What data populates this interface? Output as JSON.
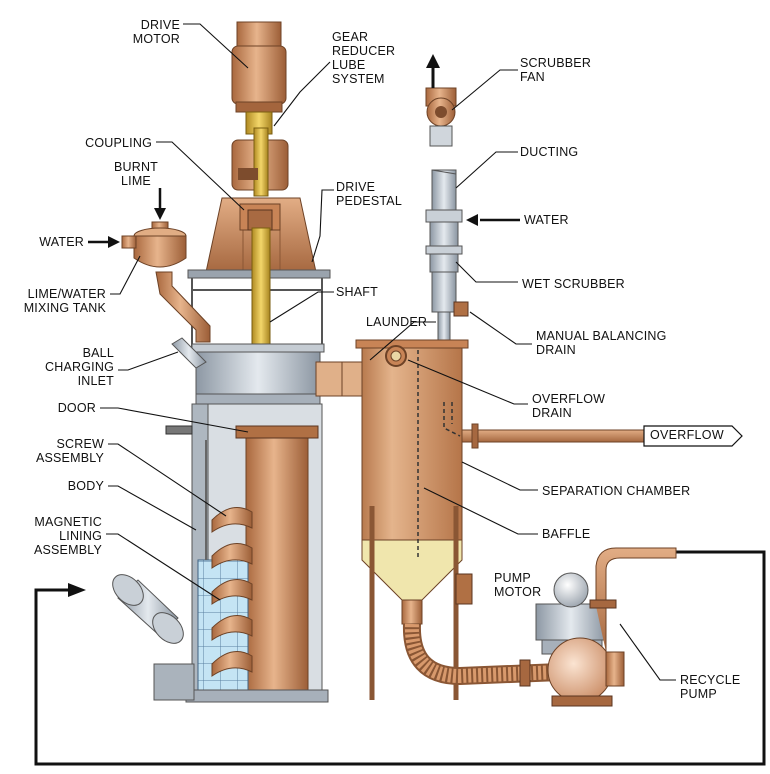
{
  "labels": {
    "drive_motor": "DRIVE\nMOTOR",
    "gear_reducer": "GEAR\nREDUCER\nLUBE\nSYSTEM",
    "scrubber_fan": "SCRUBBER\nFAN",
    "coupling": "COUPLING",
    "ducting": "DUCTING",
    "burnt_lime": "BURNT\nLIME",
    "drive_pedestal": "DRIVE\nPEDESTAL",
    "water_left": "WATER",
    "water_right": "WATER",
    "wet_scrubber": "WET SCRUBBER",
    "lime_water_mixing_tank": "LIME/WATER\nMIXING TANK",
    "shaft": "SHAFT",
    "launder": "LAUNDER",
    "manual_balancing_drain": "MANUAL BALANCING\nDRAIN",
    "ball_charging_inlet": "BALL\nCHARGING\nINLET",
    "overflow_drain": "OVERFLOW\nDRAIN",
    "door": "DOOR",
    "overflow": "OVERFLOW",
    "screw_assembly": "SCREW\nASSEMBLY",
    "separation_chamber": "SEPARATION CHAMBER",
    "body": "BODY",
    "baffle": "BAFFLE",
    "magnetic_lining_assembly": "MAGNETIC\nLINING\nASSEMBLY",
    "pump_motor": "PUMP\nMOTOR",
    "recycle_pump": "RECYCLE\nPUMP"
  },
  "colors": {
    "copper": "#c98a5c",
    "copper_dark": "#8a5634",
    "copper_light": "#e6b58f",
    "steel": "#b9c2cc",
    "steel_dark": "#6f7a86",
    "gold": "#e8c24a",
    "gold_dark": "#9c7a16",
    "pale_yellow": "#f2ecb4",
    "tile_blue": "#bfe0f0",
    "line": "#111111"
  }
}
